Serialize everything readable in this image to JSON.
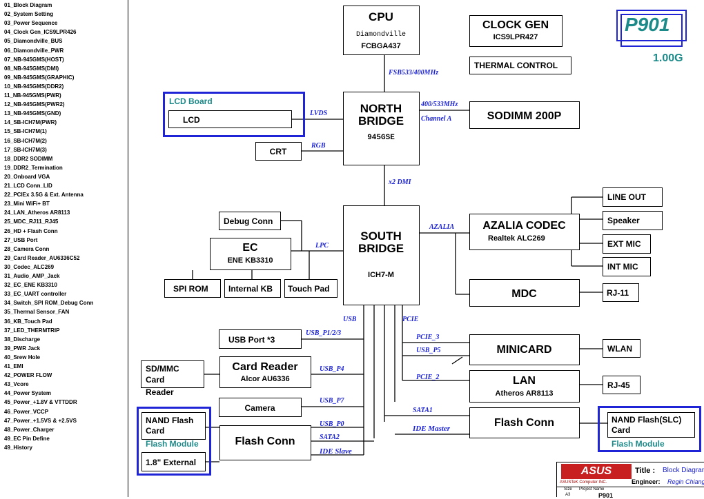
{
  "index": [
    "01_Block Diagram",
    "02_System Setting",
    "03_Power Sequence",
    "04_Clock Gen_ICS9LPR426",
    "05_Diamondville_BUS",
    "06_Diamondville_PWR",
    "07_NB-945GMS(HOST)",
    "08_NB-945GMS(DMI)",
    "09_NB-945GMS(GRAPHIC)",
    "10_NB-945GMS(DDR2)",
    "11_NB-945GMS(PWR)",
    "12_NB-945GMS(PWR2)",
    "13_NB-945GMS(GND)",
    "14_SB-ICH7M(PWR)",
    "15_SB-ICH7M(1)",
    "16_SB-ICH7M(2)",
    "17_SB-ICH7M(3)",
    "18_DDR2 SODIMM",
    "19_DDR2_Termination",
    "20_Onboard VGA",
    "21_LCD Conn_LID",
    "22_PCIEx 3.5G & Ext. Antenna",
    "23_Mini WiFi+ BT",
    "24_LAN_Atheros AR8113",
    "25_MDC_RJ11_RJ45",
    "26_HD + Flash Conn",
    "27_USB Port",
    "28_Camera Conn",
    "29_Card Reader_AU6336C52",
    "30_Codec_ALC269",
    "31_Audio_AMP_Jack",
    "32_EC_ENE KB3310",
    "33_EC_UART controller",
    "34_Switch_SPI ROM_Debug Conn",
    "35_Thermal Sensor_FAN",
    "36_KB_Touch Pad",
    "37_LED_THERMTRIP",
    "38_Discharge",
    "39_PWR Jack",
    "40_Srew Hole",
    "41_EMI",
    "42_POWER FLOW",
    "43_Vcore",
    "44_Power System",
    "45_Power_+1.8V & VTTDDR",
    "46_Power_VCCP",
    "47_Power_+1.5VS & +2.5VS",
    "48_Power_Charger",
    "49_EC Pin Define",
    "49_History"
  ],
  "blocks": {
    "cpu": {
      "title": "CPU",
      "line1": "Diamondville",
      "line2": "FCBGA437"
    },
    "clock": {
      "title": "CLOCK GEN",
      "sub": "ICS9LPR427"
    },
    "thermal": "THERMAL CONTROL",
    "model": {
      "name": "P901",
      "version": "1.00G"
    },
    "north": {
      "l1": "NORTH",
      "l2": "BRIDGE",
      "sub": "945GSE"
    },
    "sodimm": "SODIMM 200P",
    "lcd_board": {
      "label": "LCD Board",
      "inner": "LCD"
    },
    "crt": "CRT",
    "south": {
      "l1": "SOUTH",
      "l2": "BRIDGE",
      "sub": "ICH7-M"
    },
    "azalia": {
      "title": "AZALIA CODEC",
      "sub": "Realtek ALC269"
    },
    "line_out": "LINE OUT",
    "speaker": "Speaker",
    "ext_mic": "EXT MIC",
    "int_mic": "INT MIC",
    "mdc": "MDC",
    "rj11": "RJ-11",
    "debug": "Debug Conn",
    "ec": {
      "title": "EC",
      "sub": "ENE KB3310"
    },
    "spi_rom": "SPI ROM",
    "internal_kb": "Internal KB",
    "touch_pad": "Touch Pad",
    "usb_port": "USB Port *3",
    "sdmmc": {
      "l1": "SD/MMC",
      "l2": "Card",
      "l3": "Reader"
    },
    "card_reader": {
      "title": "Card Reader",
      "sub": "Alcor AU6336"
    },
    "camera": "Camera",
    "nand_left": {
      "l1": "NAND Flash",
      "l2": "Card",
      "module": "Flash Module",
      "ext": "1.8\" External"
    },
    "flash_conn_left": "Flash Conn",
    "minicard": "MINICARD",
    "wlan": "WLAN",
    "lan": {
      "title": "LAN",
      "sub": "Atheros AR8113"
    },
    "rj45": "RJ-45",
    "flash_conn_right": "Flash Conn",
    "nand_right": {
      "l1": "NAND Flash(SLC)",
      "l2": "Card",
      "module": "Flash Module"
    }
  },
  "signals": {
    "fsb": "FSB533/400MHz",
    "mem": "400/533MHz",
    "channel": "Channel A",
    "lvds": "LVDS",
    "rgb": "RGB",
    "dmi": "x2 DMI",
    "azalia": "AZALIA",
    "lpc": "LPC",
    "usb": "USB",
    "pcie": "PCIE",
    "usb_p123": "USB_P1/2/3",
    "usb_p4": "USB_P4",
    "usb_p7": "USB_P7",
    "usb_p0": "USB_P0",
    "sata2": "SATA2",
    "ide_slave": "IDE Slave",
    "pcie3": "PCIE_3",
    "usb_p5": "USB_P5",
    "pcie2": "PCIE_2",
    "sata1": "SATA1",
    "ide_master": "IDE Master"
  },
  "titleblock": {
    "logo": "ASUS",
    "company": "ASUSTeK Computer INC.",
    "title_label": "Title :",
    "title_value": "Block Diagram",
    "engineer_label": "Engineer:",
    "engineer_value": "Regin Chiang",
    "size_label": "Size",
    "size_value": "A3",
    "project_label": "Project Name",
    "project_value": "P901"
  }
}
